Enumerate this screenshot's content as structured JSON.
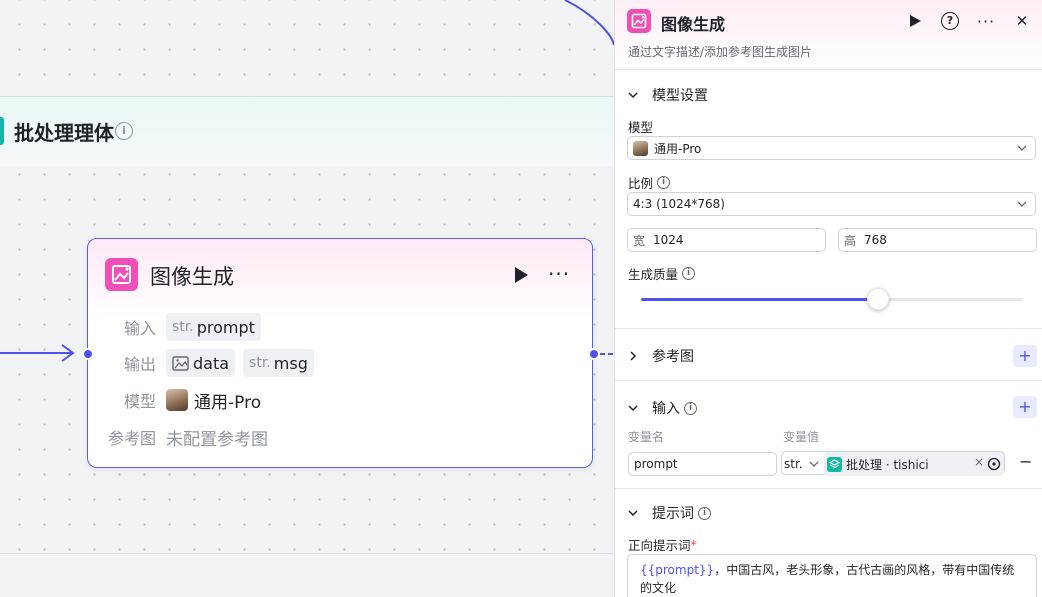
{
  "canvas": {
    "batch_title": "批处理理体",
    "batch_info_glyph": "i",
    "node": {
      "title": "图像生成",
      "more_glyph": "···",
      "input_label": "输入",
      "input_tags": [
        {
          "type": "str.",
          "name": "prompt"
        }
      ],
      "output_label": "输出",
      "output_tags": [
        {
          "type": "",
          "name": "data"
        },
        {
          "type": "str.",
          "name": "msg"
        }
      ],
      "model_label": "模型",
      "model_value": "通用-Pro",
      "ref_label": "参考图",
      "ref_value": "未配置参考图"
    }
  },
  "panel": {
    "title": "图像生成",
    "description": "通过文字描述/添加参考图生成图片",
    "more_glyph": "···",
    "close_glyph": "✕",
    "help_glyph": "?",
    "model_section": {
      "title": "模型设置",
      "model_label": "模型",
      "model_value": "通用-Pro",
      "ratio_label": "比例",
      "ratio_value": "4:3 (1024*768)",
      "width_prefix": "宽",
      "width_value": "1024",
      "height_prefix": "高",
      "height_value": "768",
      "quality_label": "生成质量",
      "quality_fraction": 0.62
    },
    "ref_section": {
      "title": "参考图",
      "add_glyph": "+"
    },
    "input_section": {
      "title": "输入",
      "add_glyph": "+",
      "col_name": "变量名",
      "col_value": "变量值",
      "var_name": "prompt",
      "var_type": "str.",
      "var_ref": "批处理 · tishici",
      "clear_glyph": "×",
      "remove_glyph": "−"
    },
    "prompt_section": {
      "title": "提示词",
      "positive_label": "正向提示词",
      "required_mark": "*",
      "prompt_var": "{{prompt}}",
      "prompt_text": "，中国古风，老头形象，古代古画的风格，带有中国传统的文化"
    }
  },
  "colors": {
    "accent": "#4d53e8",
    "node_icon": "#f14fb8",
    "batch": "#14b8a6"
  }
}
